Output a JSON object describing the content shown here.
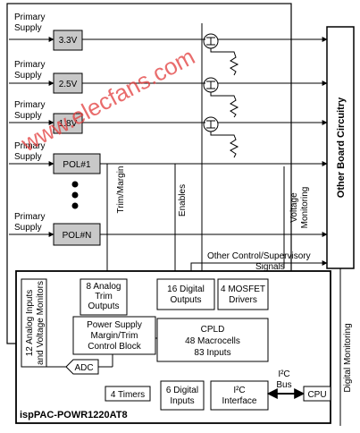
{
  "supplies": {
    "label_line1": "Primary",
    "label_line2": "Supply",
    "boxes": [
      "3.3V",
      "2.5V",
      "1.8V",
      "POL#1",
      "POL#N"
    ]
  },
  "board": {
    "label": "Other Board Circuitry"
  },
  "vertical_labels": {
    "trim": "Trim/Margin",
    "enables": "Enables",
    "voltage_monitoring_1": "Voltage",
    "voltage_monitoring_2": "Monitoring",
    "digital_monitoring": "Digital Monitoring",
    "analog_inputs_1": "12 Analog Inputs",
    "analog_inputs_2": "and Voltage Monitors"
  },
  "signals": {
    "line1": "Other Control/Supervisory",
    "line2": "Signals"
  },
  "chip": {
    "name": "ispPAC-POWR1220AT8",
    "trim_outputs": [
      "8 Analog",
      "Trim",
      "Outputs"
    ],
    "digital_outputs": [
      "16 Digital",
      "Outputs"
    ],
    "mosfet_drivers": [
      "4 MOSFET",
      "Drivers"
    ],
    "psu_block": [
      "Power Supply",
      "Margin/Trim",
      "Control Block"
    ],
    "adc": "ADC",
    "cpld": [
      "CPLD",
      "48 Macrocells",
      "83 Inputs"
    ],
    "timers": "4 Timers",
    "digital_inputs": [
      "6 Digital",
      "Inputs"
    ],
    "i2c_interface": [
      "I²C",
      "Interface"
    ]
  },
  "bus": {
    "line1": "I²C",
    "line2": "Bus"
  },
  "cpu": "CPU",
  "watermark": "www.elecfans.com",
  "colors": {
    "supply_box": "#c8c8c8",
    "board_fill": "#ffffff",
    "watermark": "#e23b3b"
  }
}
